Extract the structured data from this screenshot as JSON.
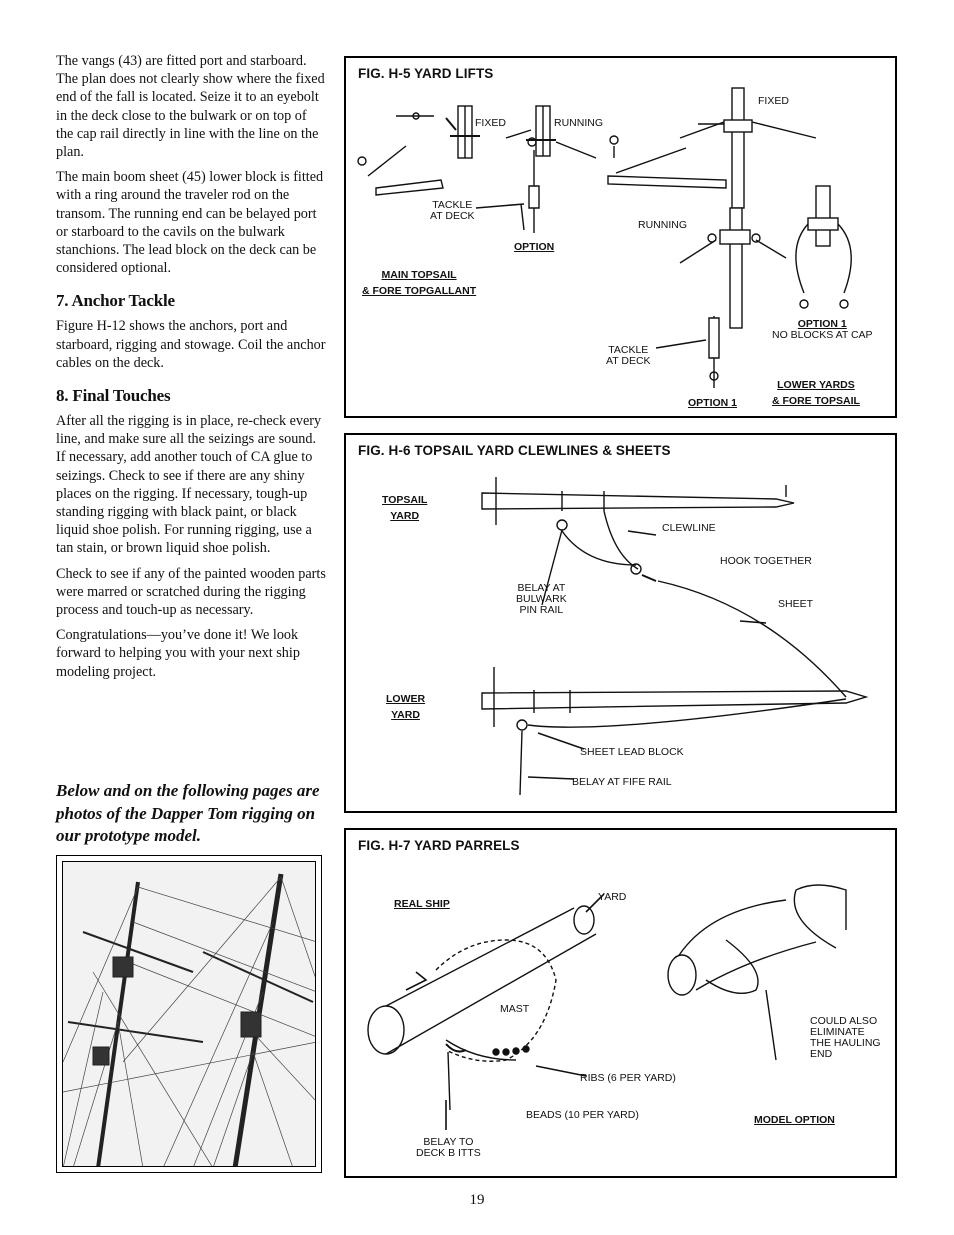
{
  "body_text": {
    "p1": "The vangs (43) are fitted port and starboard. The plan does not clearly show where the fixed end of the fall is located. Seize it to an eyebolt in the deck close to the bulwark or on top of the cap rail directly in line with the line on the plan.",
    "p2": "The main boom sheet (45) lower block is fitted with a ring around the traveler rod on the transom. The running end can be belayed port or starboard to the cavils on the bulwark stanchions. The lead block on the deck can be considered optional.",
    "h7": "7. Anchor Tackle",
    "p3": "Figure H-12 shows the anchors, port and starboard, rigging and stowage. Coil the anchor cables on the deck.",
    "h8": "8. Final Touches",
    "p4": "After all the rigging is in place, re-check every line, and make sure all the seizings are sound. If necessary, add another touch of CA glue to seizings. Check to see if there are any shiny places on the rigging. If necessary, tough-up standing rigging with black paint, or black liquid shoe polish. For running rigging, use a tan stain, or brown liquid shoe polish.",
    "p5": "Check to see if any of the painted wooden parts were marred or scratched during the rigging process and touch-up as necessary.",
    "p6": "Congratulations—you’ve done it! We look forward to helping you with your next ship modeling project.",
    "promo": "Below and on the following pages are photos of the Dapper Tom rigging on our prototype model."
  },
  "fig_h5": {
    "title": "FIG. H-5  YARD LIFTS",
    "fixed_1": "FIXED",
    "running_1": "RUNNING",
    "fixed_2": "FIXED",
    "tackle_1a": "TACKLE",
    "tackle_1b": "AT DECK",
    "option": "OPTION",
    "running_2": "RUNNING",
    "main_a": "MAIN TOPSAIL",
    "main_b": "& FORE TOPGALLANT",
    "option1_a": "OPTION 1",
    "option1_b": "NO BLOCKS AT CAP",
    "tackle_2a": "TACKLE",
    "tackle_2b": "AT DECK",
    "lower_a": "LOWER YARDS",
    "lower_b": "& FORE TOPSAIL",
    "option1_c": "OPTION 1"
  },
  "fig_h6": {
    "title": "FIG. H-6  TOPSAIL YARD CLEWLINES & SHEETS",
    "topsail_a": "TOPSAIL",
    "topsail_b": "YARD",
    "clewline": "CLEWLINE",
    "hook": "HOOK TOGETHER",
    "belay_a": "BELAY AT",
    "belay_b": "BULWARK",
    "belay_c": "PIN RAIL",
    "sheet": "SHEET",
    "lower_a": "LOWER",
    "lower_b": "YARD",
    "sheet_lead": "SHEET LEAD BLOCK",
    "belay_fife": "BELAY AT FIFE RAIL"
  },
  "fig_h7": {
    "title": "FIG. H-7  YARD PARRELS",
    "real_ship": "REAL SHIP",
    "yard": "YARD",
    "mast": "MAST",
    "could_a": "COULD ALSO",
    "could_b": "ELIMINATE",
    "could_c": "THE HAULING",
    "could_d": "END",
    "ribs": "RIBS (6 PER YARD)",
    "beads": "BEADS (10 PER YARD)",
    "model_option": "MODEL OPTION",
    "belay_a": "BELAY TO",
    "belay_b": "DECK B ITTS"
  },
  "page_number": "19"
}
